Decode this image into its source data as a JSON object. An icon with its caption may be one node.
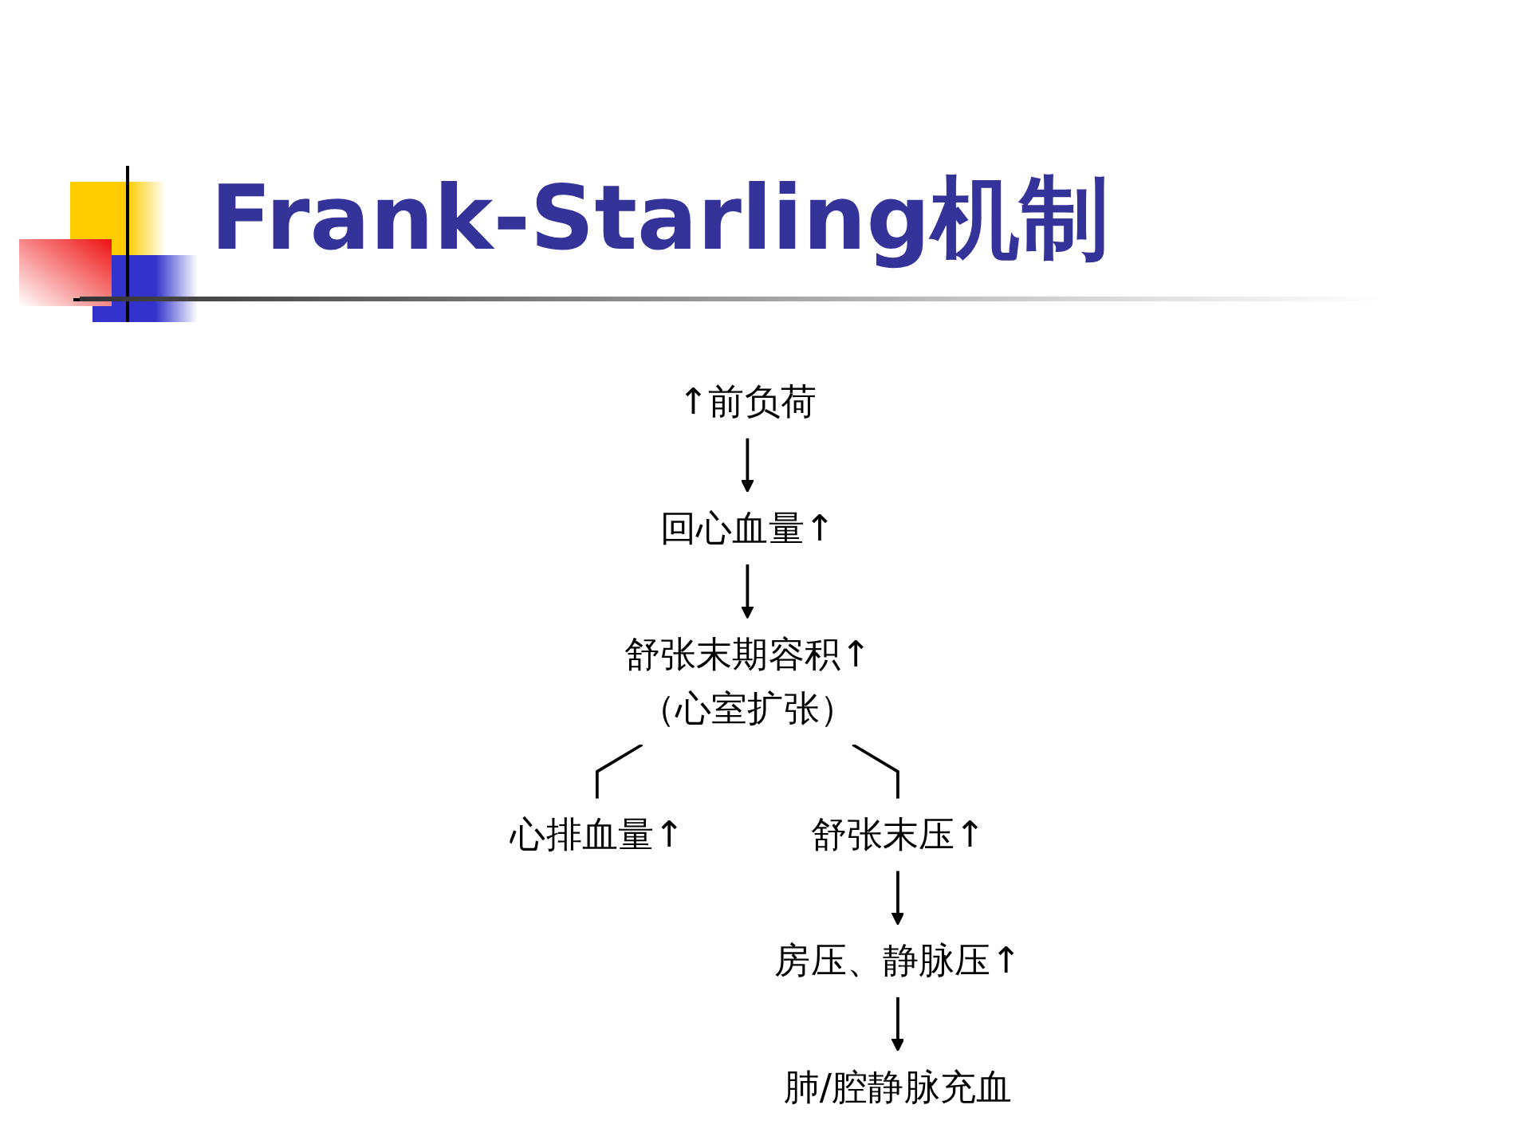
{
  "diagram": {
    "title": "Frank-Starling机制",
    "nodes": [
      {
        "text": [
          "↑前负荷"
        ]
      },
      {
        "text": [
          "回心血量↑"
        ]
      },
      {
        "text": [
          "舒张末期容积↑",
          "（心室扩张）"
        ]
      },
      {
        "text": [
          "心排血量↑"
        ]
      },
      {
        "text": [
          "舒张末压↑"
        ]
      },
      {
        "text": [
          "房压、静脉压↑"
        ]
      },
      {
        "text": [
          "肺/腔静脉充血"
        ]
      }
    ],
    "edges": [
      {
        "from": 0,
        "to": 1,
        "arrow": "to"
      },
      {
        "from": 1,
        "to": 2,
        "arrow": "to"
      },
      {
        "from": 2,
        "to": 3,
        "arrow": "none"
      },
      {
        "from": 2,
        "to": 4,
        "arrow": "none"
      },
      {
        "from": 4,
        "to": 5,
        "arrow": "to"
      },
      {
        "from": 5,
        "to": 6,
        "arrow": "to"
      }
    ]
  }
}
